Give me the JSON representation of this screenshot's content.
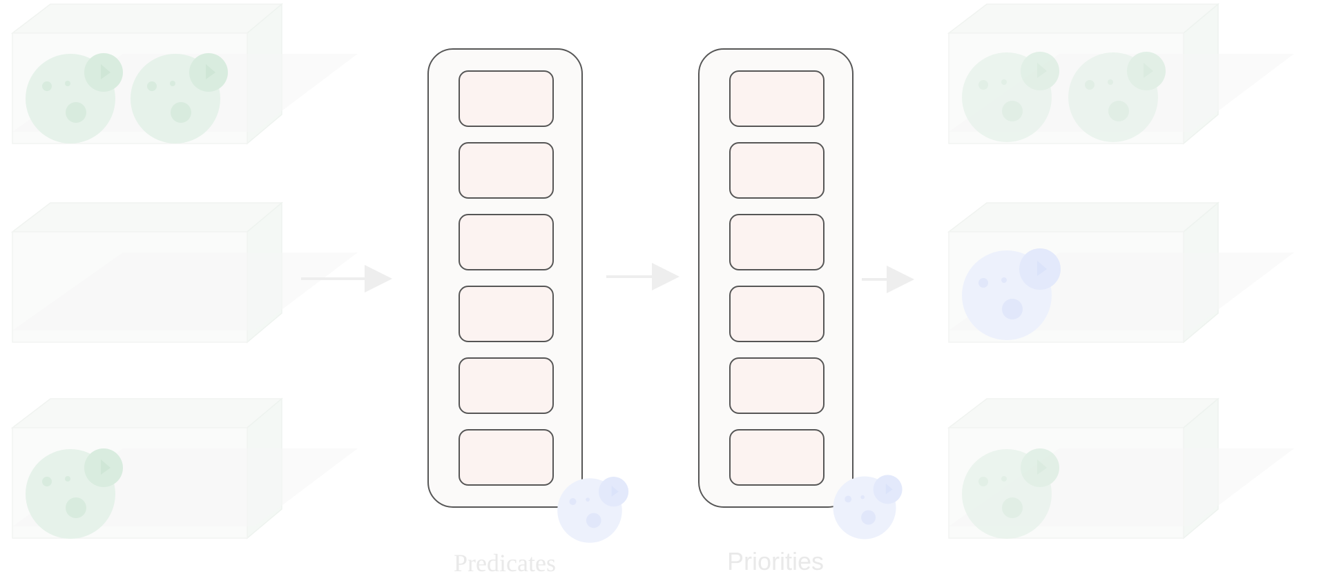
{
  "diagram": {
    "stage_labels": {
      "predicates": "Predicates",
      "priorities": "Priorities"
    },
    "filter_slot_count": 6,
    "colors": {
      "column_fill": "#fbfaf9",
      "column_stroke": "#555555",
      "slot_fill": "#fcf3f1",
      "slot_stroke": "#555555",
      "node_green": "#e8f3ec",
      "node_blue": "#eef1fb",
      "arrow": "#eeeeee",
      "label": "#eeeeee"
    },
    "node_groups": {
      "input_nodes": {
        "count": 3,
        "icons": [
          "pod-icon-green",
          "pod-icon-green",
          "pod-icon-green"
        ]
      },
      "output_nodes": {
        "count": 3,
        "icons": [
          "pod-icon-green",
          "pod-icon-blue",
          "pod-icon-green"
        ]
      }
    }
  }
}
